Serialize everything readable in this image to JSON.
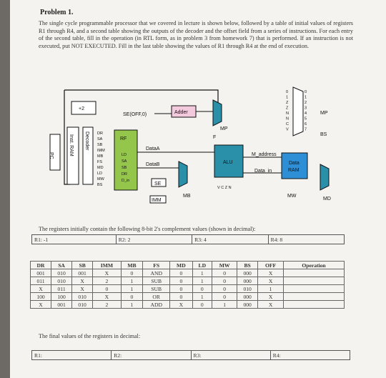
{
  "problem": {
    "title": "Problem 1.",
    "text": "The single cycle programmable processor that we covered in lecture is shown below, followed by a table of initial values of registers R1 through R4, and a second table showing the outputs of the decoder and the offset field from a series of instructions. For each entry of the second table, fill in the operation (in RTL form, as in problem 3 from homework 7) that is performed. If an instruction is not executed, put NOT EXECUTED. Fill in the last table showing the values of R1 through R4 at the end of execution."
  },
  "diagram": {
    "plus2": "+2",
    "se_off": "SE(OFF,0)",
    "adder": "Adder",
    "mp_top": "MP",
    "mp_right": "MP",
    "bs_right": "BS",
    "fm_f0": "F",
    "rf": "RF",
    "dataA": "DataA",
    "dataB": "DataB",
    "alu": "ALU",
    "m_address": "M_address",
    "data_in": "Data_in",
    "data_ram_1": "Data",
    "data_ram_2": "RAM",
    "se": "SE",
    "imm": "IMM",
    "mb": "MB",
    "vczn": "V C Z N",
    "mw": "MW",
    "md": "MD",
    "pc": "PC",
    "inst_ram": "Inst. RAM",
    "decoder": "Decoder",
    "rf_ports": [
      "LD",
      "SA",
      "SB",
      "DR",
      "D_in"
    ],
    "decoder_outputs": [
      "DR",
      "SA",
      "SB",
      "IMM",
      "MB",
      "FS",
      "MD",
      "LD",
      "MW",
      "BS"
    ],
    "mux_inputs": [
      "0",
      "1",
      "Z",
      "Z",
      "N",
      "N",
      "C",
      "V"
    ],
    "mux_sel": [
      "0",
      "1",
      "2",
      "3",
      "4",
      "5",
      "6",
      "7"
    ]
  },
  "registers_intro": "The registers initially contain the following 8-bit 2's complement values (shown in decimal):",
  "initial_registers": [
    "R1: -1",
    "R2: 2",
    "R3: 4",
    "R4: 8"
  ],
  "program_table": {
    "headers": [
      "DR",
      "SA",
      "SB",
      "IMM",
      "MB",
      "FS",
      "MD",
      "LD",
      "MW",
      "BS",
      "OFF",
      "Operation"
    ],
    "rows": [
      [
        "001",
        "010",
        "001",
        "X",
        "0",
        "AND",
        "0",
        "1",
        "0",
        "000",
        "X",
        ""
      ],
      [
        "011",
        "010",
        "X",
        "2",
        "1",
        "SUB",
        "0",
        "1",
        "0",
        "000",
        "X",
        ""
      ],
      [
        "X",
        "011",
        "X",
        "0",
        "1",
        "SUB",
        "0",
        "0",
        "0",
        "010",
        "1",
        ""
      ],
      [
        "100",
        "100",
        "010",
        "X",
        "0",
        "OR",
        "0",
        "1",
        "0",
        "000",
        "X",
        ""
      ],
      [
        "X",
        "001",
        "010",
        "2",
        "1",
        "ADD",
        "X",
        "0",
        "1",
        "000",
        "X",
        ""
      ]
    ]
  },
  "final_intro": "The final values of the registers in decimal:",
  "final_registers": [
    "R1:",
    "R2:",
    "R3:",
    "R4:"
  ]
}
